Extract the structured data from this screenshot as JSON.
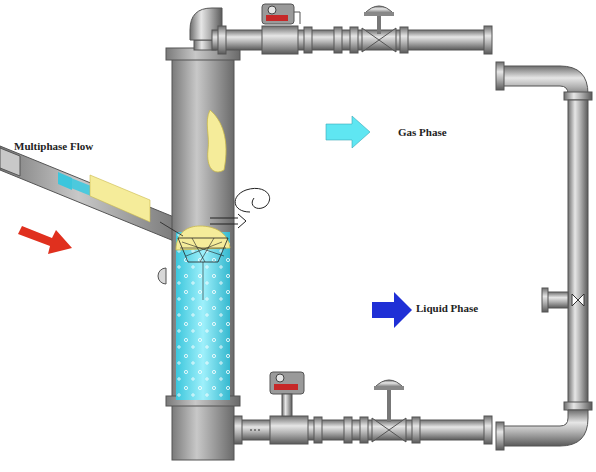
{
  "diagram": {
    "labels": [
      "Multiphase Flow",
      "Gas Phase",
      "Liquid Phase"
    ]
  }
}
